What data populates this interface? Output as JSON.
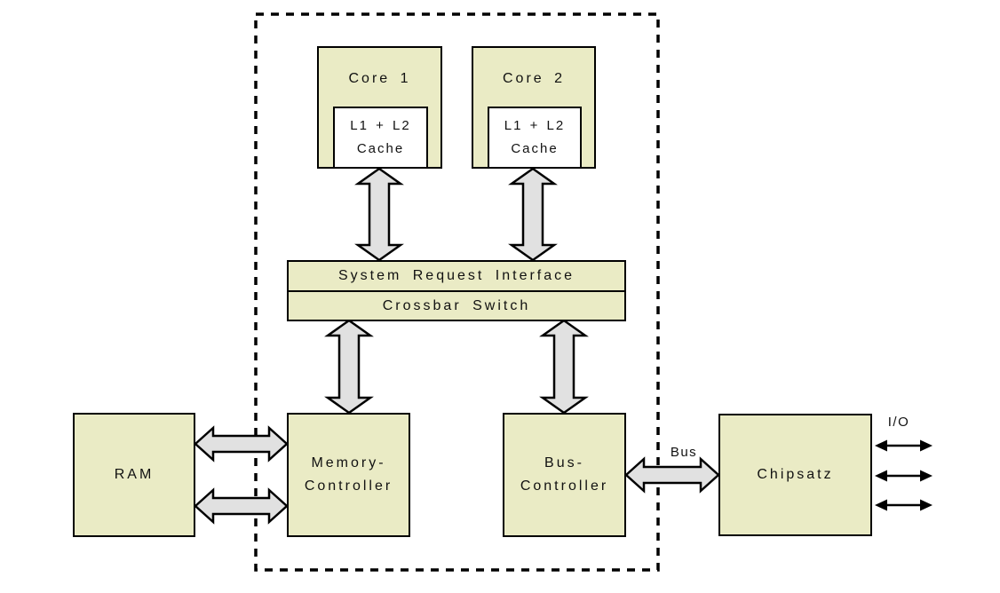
{
  "diagram": {
    "boxes": {
      "core1": {
        "label": "Core 1"
      },
      "core2": {
        "label": "Core 2"
      },
      "cache1": {
        "line1": "L1 + L2",
        "line2": "Cache"
      },
      "cache2": {
        "line1": "L1 + L2",
        "line2": "Cache"
      },
      "system_request_interface": {
        "label": "System Request Interface"
      },
      "crossbar_switch": {
        "label": "Crossbar Switch"
      },
      "ram": {
        "label": "RAM"
      },
      "memory_controller": {
        "line1": "Memory-",
        "line2": "Controller"
      },
      "bus_controller": {
        "line1": "Bus-",
        "line2": "Controller"
      },
      "chipset": {
        "label": "Chipsatz"
      }
    },
    "labels": {
      "bus": "Bus",
      "io": "I/O"
    },
    "colors": {
      "box_fill": "#eaebc5",
      "cache_fill": "#ffffff",
      "arrow_fill": "#e1e1e1",
      "outline": "#000000",
      "background": "#ffffff"
    }
  }
}
